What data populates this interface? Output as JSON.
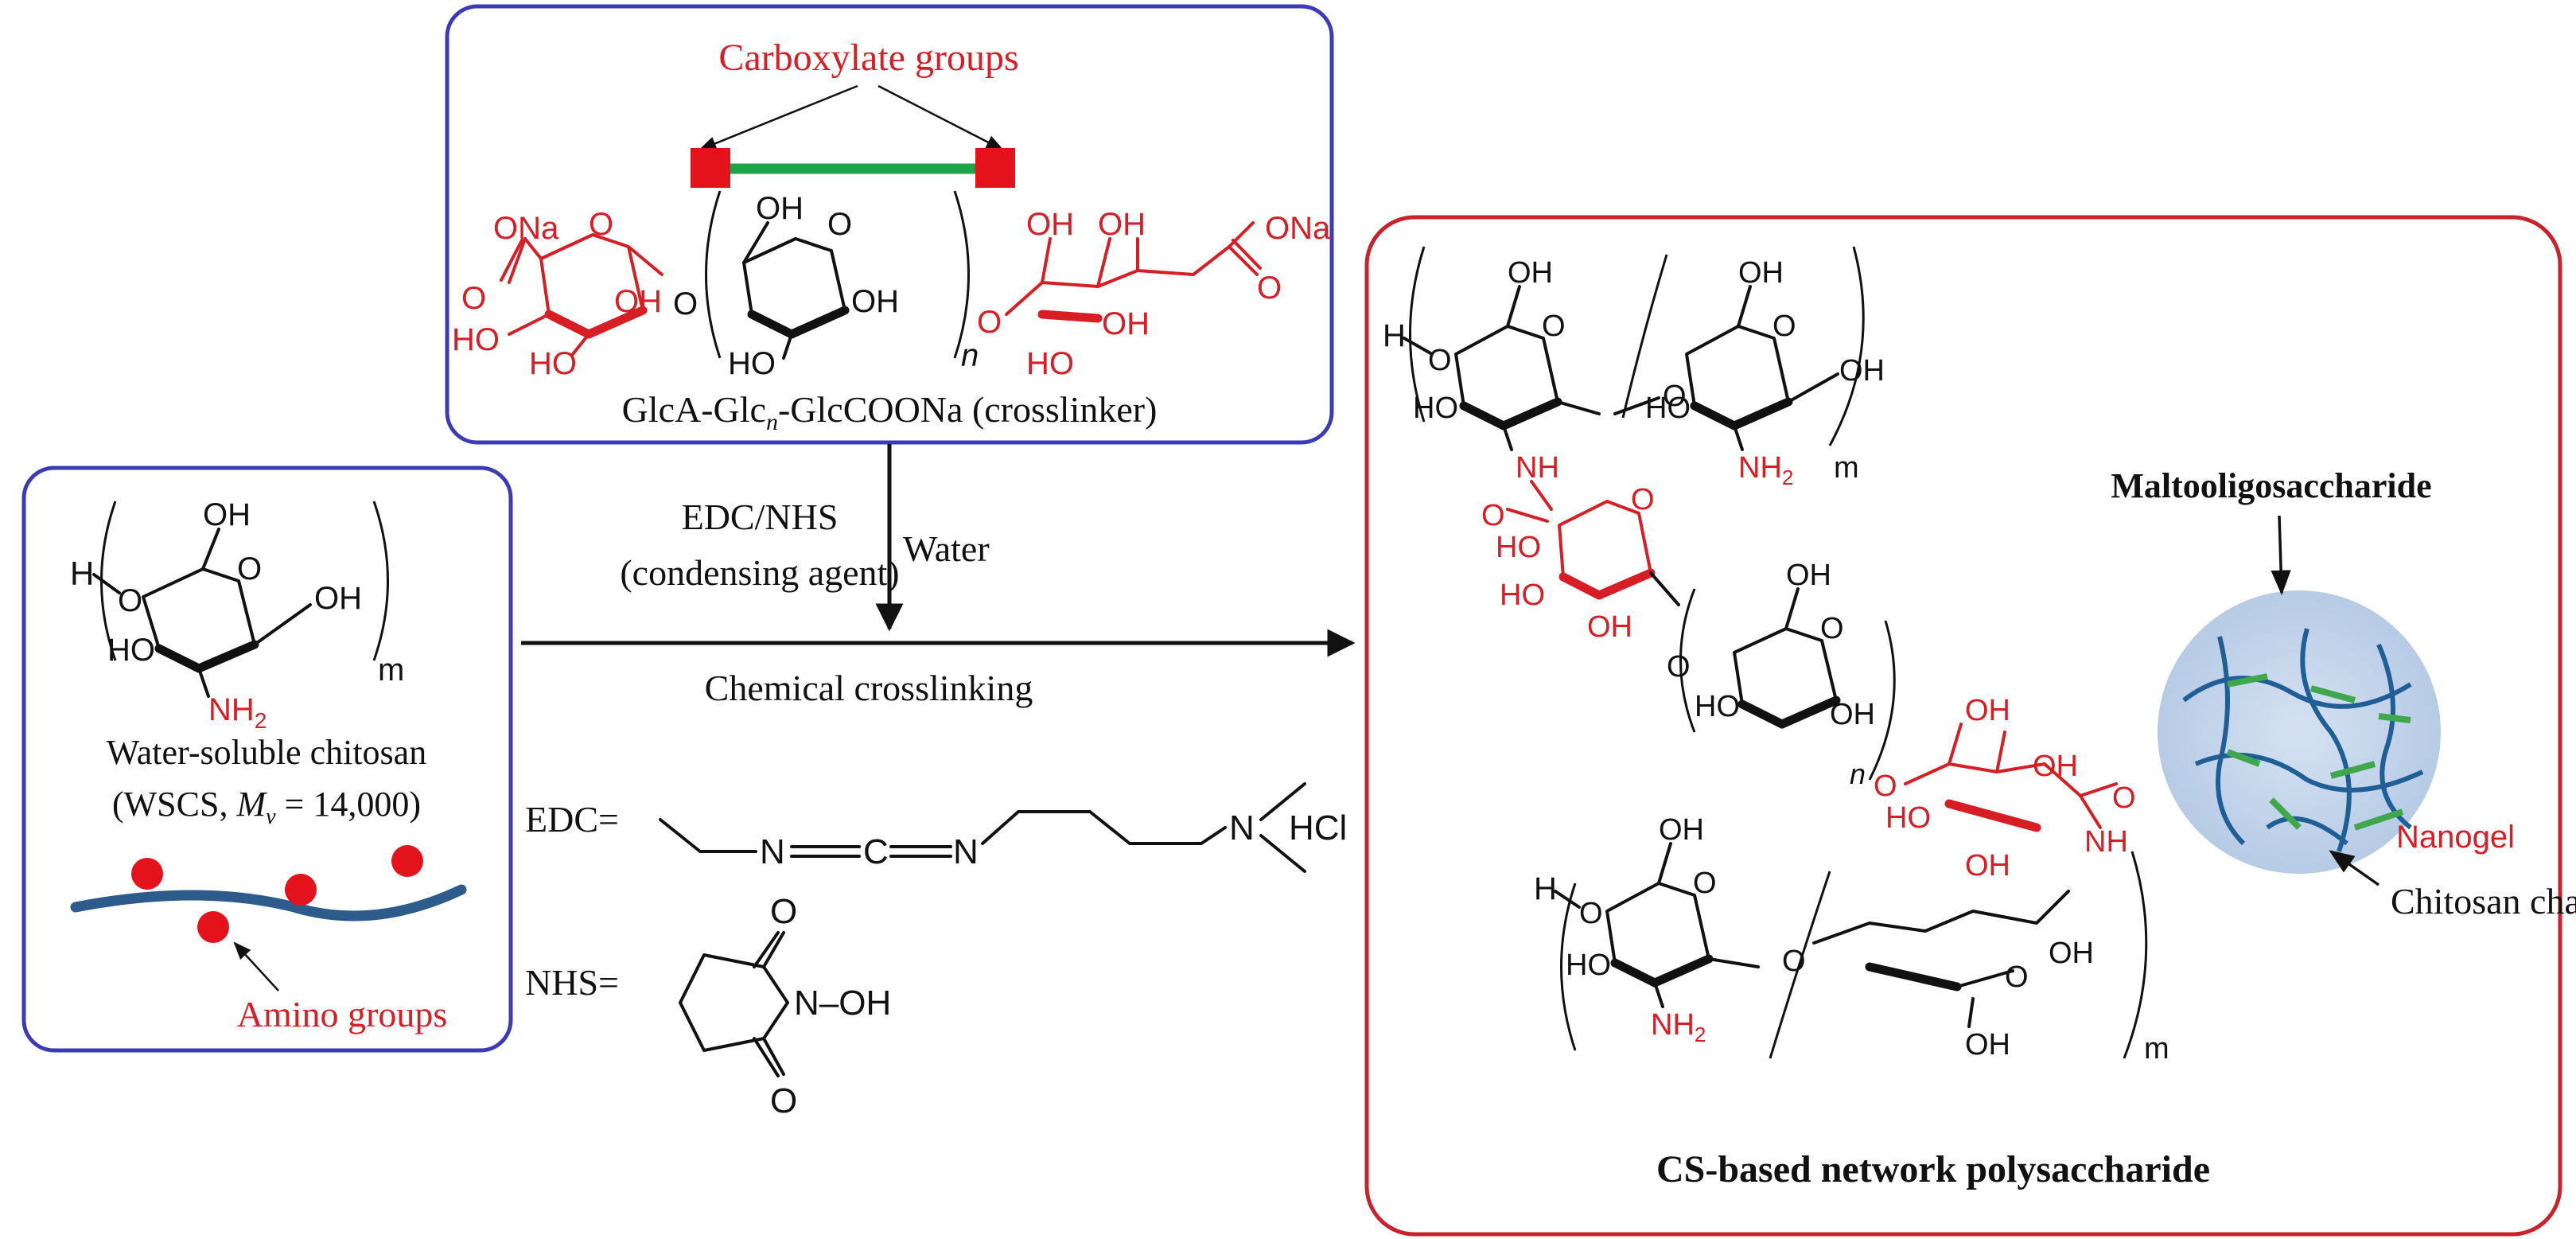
{
  "crosslinker_panel": {
    "carboxylate_label": "Carboxylate groups",
    "caption_main": "GlcA-Glc",
    "caption_sub": "n",
    "caption_rest": "-GlcCOONa (crosslinker)",
    "atoms": {
      "ona_left": "ONa",
      "ona_right": "ONa",
      "oh": "OH",
      "ho": "HO",
      "o": "O",
      "n": "n"
    }
  },
  "reaction": {
    "reagent_line1": "EDC/NHS",
    "reagent_line2": "(condensing agent)",
    "solvent": "Water",
    "process": "Chemical crosslinking",
    "edc_label": "EDC=",
    "nhs_label": "NHS=",
    "edc_atoms": {
      "n1": "N",
      "c": "C",
      "n2": "N",
      "n3": "N",
      "hcl": "HCl"
    },
    "nhs_atoms": {
      "o_top": "O",
      "o_bottom": "O",
      "n_oh": "N–OH"
    }
  },
  "chitosan_panel": {
    "h": "H",
    "o": "O",
    "oh": "OH",
    "ho": "HO",
    "nh2": "NH",
    "nh2_sub": "2",
    "m": "m",
    "name_line1": "Water-soluble chitosan",
    "name_line2_prefix": "(WSCS, ",
    "name_line2_mv": "M",
    "name_line2_mv_sub": "v",
    "name_line2_suffix": " = 14,000)",
    "amino_label": "Amino groups"
  },
  "product_panel": {
    "title": "CS-based network polysaccharide",
    "h": "H",
    "o": "O",
    "oh": "OH",
    "ho": "HO",
    "nh": "NH",
    "nh2": "NH",
    "sub2": "2",
    "m": "m",
    "n": "n",
    "maltooligosaccharide": "Maltooligosaccharide",
    "nanogel": "Nanogel",
    "chitosan_chain": "Chitosan chain"
  },
  "colors": {
    "panel_blue": "#3b3bb8",
    "panel_red": "#c8232b",
    "accent_red": "#d81e25",
    "crosslink_green": "#1fa34a",
    "chain_blue": "#2d5b8c",
    "nanogel_fill": "#c9d8ee"
  }
}
